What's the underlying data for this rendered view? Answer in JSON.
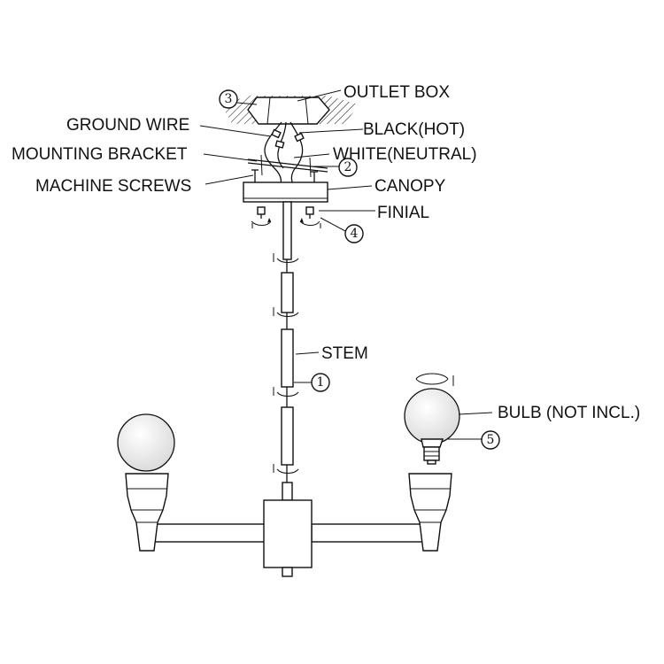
{
  "labels": {
    "outlet_box": "OUTLET BOX",
    "ground_wire": "GROUND WIRE",
    "black_hot": "BLACK(HOT)",
    "mounting_bracket": "MOUNTING BRACKET",
    "white_neutral": "WHITE(NEUTRAL)",
    "machine_screws": "MACHINE SCREWS",
    "canopy": "CANOPY",
    "finial": "FINIAL",
    "stem": "STEM",
    "bulb": "BULB (NOT INCL.)"
  },
  "steps": [
    "1",
    "2",
    "3",
    "4",
    "5"
  ]
}
